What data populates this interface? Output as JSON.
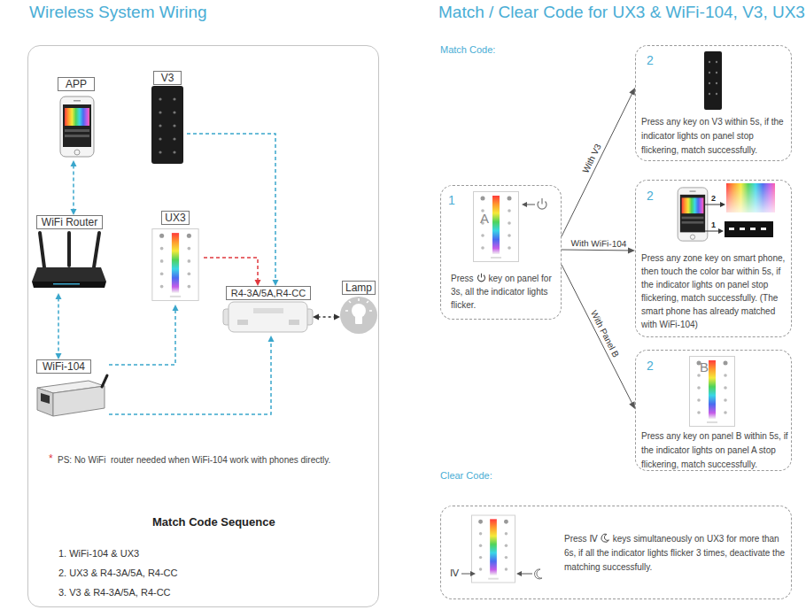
{
  "diagram": {
    "title": "Wireless System Wiring",
    "nodes": [
      {
        "text": [
          "*",
          "PS: No WiFi  router needed when WiFi-104 work with phones directly.",
          "Match Code Sequence",
          "1. WiFi-104 & UX3",
          "2. UX3 & R4-3A/5A, R4-CC",
          "3. V3 & R4-3A/5A, R4-CC"
        ]
      },
      {
        "text": [
          "APP"
        ],
        "in": 0
      },
      {
        "text": [
          "V3"
        ],
        "in": 0
      },
      {
        "text": [
          "WiFi Router"
        ],
        "in": 0
      },
      {
        "text": [
          "UX3"
        ],
        "in": 0
      },
      {
        "text": [
          "R4-3A/5A,R4-CC"
        ],
        "in": 0
      },
      {
        "text": [
          "Lamp"
        ],
        "in": 0
      },
      {
        "text": [
          "WiFi-104"
        ],
        "in": 0
      },
      {
        "text": [
          "1",
          "A",
          "Press",
          "key on panel for 3s, all the indicator lights flicker."
        ]
      },
      {
        "text": [
          "2",
          "Press any key on V3 within 5s, if the indicator lights on panel stop flickering, match successfully."
        ]
      },
      {
        "text": [
          "2",
          "2",
          "1",
          "Press any zone key on smart phone, then touch the color bar within 5s, if the indicator lights on panel stop flickering, match successfully. (The smart phone has already matched with WiFi-104)"
        ]
      },
      {
        "text": [
          "2",
          "B",
          "Press any key on panel B within 5s, if the indicator lights on panel A stop flickering, match successfully."
        ]
      },
      {
        "text": [
          "Ⅳ",
          "Press",
          "Ⅳ",
          "keys simultaneously on UX3 for more than 6s, if all the indicator lights flicker 3 times, deactivate the matching successfully."
        ]
      }
    ],
    "edges": [
      {
        "from": 1,
        "to": 3,
        "arrow": "both"
      },
      {
        "from": 3,
        "to": 7,
        "arrow": "both"
      },
      {
        "from": 7,
        "to": 4,
        "arrow": "to"
      },
      {
        "from": 2,
        "to": 5,
        "arrow": "to"
      },
      {
        "from": 4,
        "to": 5,
        "arrow": "to"
      },
      {
        "from": 7,
        "to": 5,
        "arrow": "to"
      },
      {
        "from": 5,
        "to": 6,
        "arrow": "both"
      },
      {
        "from": 8,
        "to": 9,
        "label": "With V3",
        "arrow": "to"
      },
      {
        "from": 8,
        "to": 10,
        "label": "With WiFi-104",
        "arrow": "to"
      },
      {
        "from": 8,
        "to": 11,
        "label": "With Panel B",
        "arrow": "to"
      }
    ],
    "labels": [
      "Match / Clear Code for UX3 & WiFi-104, V3, UX3",
      "Match Code:",
      "Clear Code:"
    ]
  }
}
